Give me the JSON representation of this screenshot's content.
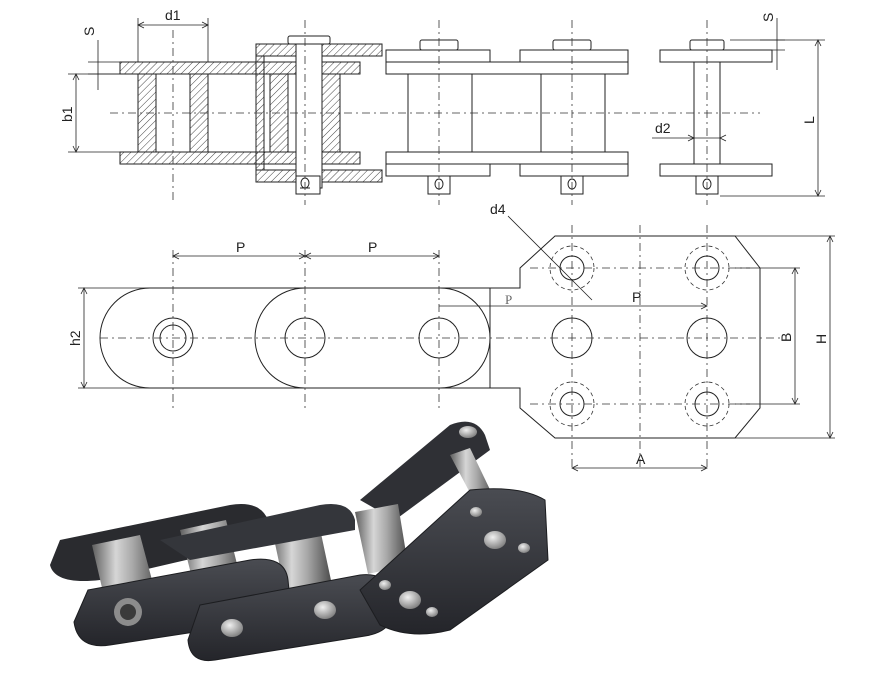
{
  "labels": {
    "s_top_left": "S",
    "d1": "d1",
    "b1": "b1",
    "s_top_right": "S",
    "L": "L",
    "d2": "d2",
    "d4": "d4",
    "P_left": "P",
    "P_mid": "P",
    "P_right_gray": "P",
    "P_right": "P",
    "h2": "h2",
    "B": "B",
    "H": "H",
    "A": "A"
  },
  "colors": {
    "line": "#222222",
    "centerline": "#333333",
    "hatch": "#444444",
    "plate_dark": "#2b2c30",
    "plate_mid": "#3a3c41",
    "roller_light": "#c9c9c9",
    "roller_dark": "#6f6f6f"
  }
}
